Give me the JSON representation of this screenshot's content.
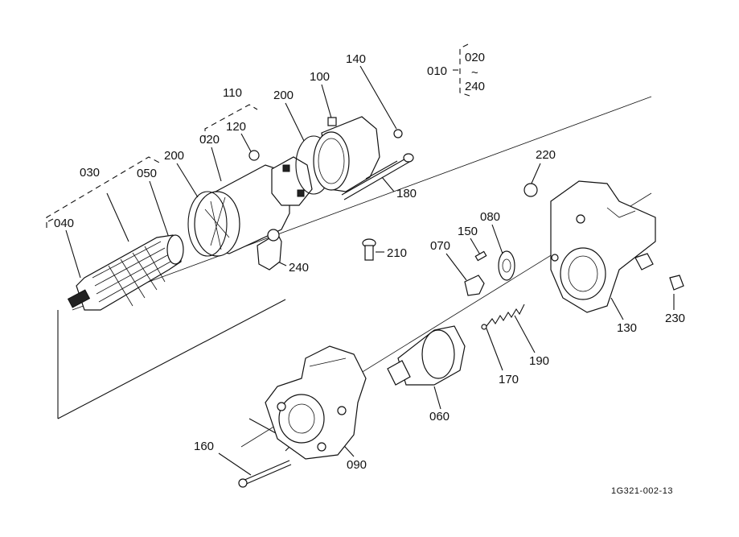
{
  "diagram": {
    "drawing_code": "1G321-002-13",
    "assembly_range": {
      "id": "010",
      "from": "020",
      "tilde": "~",
      "to": "240"
    },
    "callouts": {
      "c140": "140",
      "c100": "100",
      "c110": "110",
      "c200_top": "200",
      "c120": "120",
      "c020": "020",
      "c200_left": "200",
      "c030": "030",
      "c050": "050",
      "c040": "040",
      "c180": "180",
      "c240": "240",
      "c220": "220",
      "c150": "150",
      "c080": "080",
      "c070": "070",
      "c210": "210",
      "c130": "130",
      "c230": "230",
      "c190": "190",
      "c170": "170",
      "c060": "060",
      "c090": "090",
      "c160": "160"
    }
  }
}
